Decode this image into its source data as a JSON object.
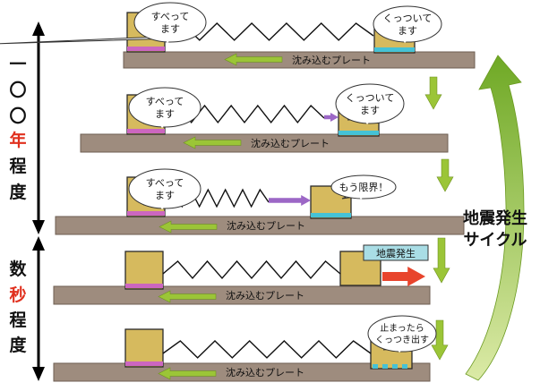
{
  "left_labels": {
    "top_group": [
      "一",
      "〇",
      "〇",
      "年",
      "程",
      "度"
    ],
    "bottom_group": [
      "数",
      "秒",
      "程",
      "度"
    ],
    "red_chars": [
      "年",
      "秒"
    ]
  },
  "cycle_label": [
    "地震発生",
    "サイクル"
  ],
  "stages": [
    {
      "plate_label": "沈み込むプレート",
      "left_bubble": [
        "すべって",
        "ます"
      ],
      "right_bubble": [
        "くっついて",
        "ます"
      ],
      "spring_arrow": false,
      "event_label": null
    },
    {
      "plate_label": "沈み込むプレート",
      "left_bubble": [
        "すべって",
        "ます"
      ],
      "right_bubble": [
        "くっついて",
        "ます"
      ],
      "spring_arrow": true,
      "event_label": null
    },
    {
      "plate_label": "沈み込むプレート",
      "left_bubble": [
        "すべって",
        "ます"
      ],
      "right_bubble": [
        "もう限界！"
      ],
      "spring_arrow": true,
      "event_label": null
    },
    {
      "plate_label": "沈み込むプレート",
      "left_bubble": null,
      "right_bubble": null,
      "spring_arrow": false,
      "event_label": "地震発生"
    },
    {
      "plate_label": "沈み込むプレート",
      "left_bubble": null,
      "right_bubble": [
        "止まったら",
        "くっつき出す"
      ],
      "spring_arrow": false,
      "event_label": null
    }
  ],
  "colors": {
    "plate": "#9e8c7e",
    "block": "#d6ba5e",
    "pink_pad": "#cc66c0",
    "cyan_pad": "#45c2d6",
    "green_arrow": "#9bc537",
    "purple_arrow": "#9c67c6",
    "red_arrow": "#e8442c",
    "cycle_arrow": "#8dbb33",
    "event_bg": "#a9dde5"
  }
}
